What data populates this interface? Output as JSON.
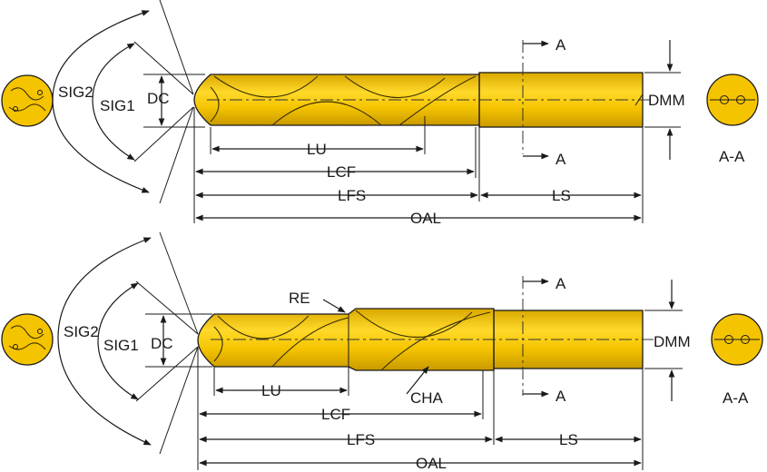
{
  "colors": {
    "tool": "#f5c400",
    "tool_dark": "#c99a00",
    "line": "#1a1a1a"
  },
  "top": {
    "labels": {
      "sig2": "SIG2",
      "sig1": "SIG1",
      "dc": "DC",
      "lu": "LU",
      "lcf": "LCF",
      "lfs": "LFS",
      "ls": "LS",
      "oal": "OAL",
      "dmm": "DMM",
      "section_a_top": "A",
      "section_a_bottom": "A",
      "section_view": "A-A"
    }
  },
  "bottom": {
    "labels": {
      "sig2": "SIG2",
      "sig1": "SIG1",
      "dc": "DC",
      "re": "RE",
      "cha": "CHA",
      "lu": "LU",
      "lcf": "LCF",
      "lfs": "LFS",
      "ls": "LS",
      "oal": "OAL",
      "dmm": "DMM",
      "section_a_top": "A",
      "section_a_bottom": "A",
      "section_view": "A-A"
    }
  }
}
